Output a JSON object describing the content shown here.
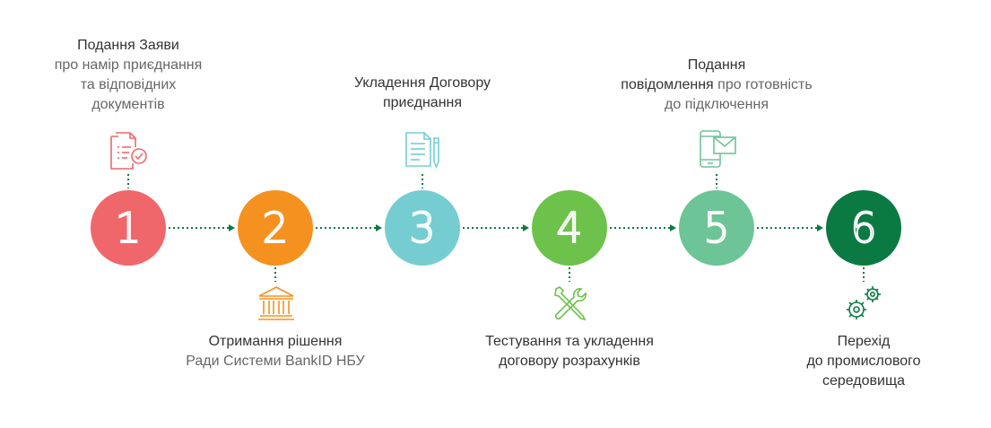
{
  "steps": [
    {
      "number": "1",
      "color": "#f0676b",
      "icon": "document-check-icon",
      "label_lines": [
        {
          "text": "Подання Заяви",
          "emph": true
        },
        {
          "text": "про намір приєднання",
          "emph": false
        },
        {
          "text": "та відповідних",
          "emph": false
        },
        {
          "text": "документів",
          "emph": false
        }
      ]
    },
    {
      "number": "2",
      "color": "#f5911e",
      "icon": "bank-building-icon",
      "label_lines": [
        {
          "text": "Отримання рішення",
          "emph": true
        },
        {
          "text": "Ради Системи BankID НБУ",
          "emph": false
        }
      ]
    },
    {
      "number": "3",
      "color": "#76cdd1",
      "icon": "contract-pen-icon",
      "label_lines": [
        {
          "text": "Укладення Договору",
          "emph": true
        },
        {
          "text": "приєднання",
          "emph": true
        }
      ]
    },
    {
      "number": "4",
      "color": "#6cc24a",
      "icon": "tools-icon",
      "label_lines": [
        {
          "text": "Тестування та укладення",
          "emph": true
        },
        {
          "text": "договору розрахунків",
          "emph": true
        }
      ]
    },
    {
      "number": "5",
      "color": "#6dc497",
      "icon": "phone-mail-icon",
      "label_lines": [
        {
          "parts": [
            {
              "text": "Подання",
              "emph": true
            }
          ]
        },
        {
          "parts": [
            {
              "text": "повідомлення",
              "emph": true
            },
            {
              "text": " про готовність",
              "emph": false
            }
          ]
        },
        {
          "parts": [
            {
              "text": "до підключення",
              "emph": false
            }
          ]
        }
      ]
    },
    {
      "number": "6",
      "color": "#0a7a42",
      "icon": "gears-icon",
      "label_lines": [
        {
          "text": "Перехід",
          "emph": true
        },
        {
          "text": "до промислового",
          "emph": true
        },
        {
          "text": "середовища",
          "emph": true
        }
      ]
    }
  ]
}
